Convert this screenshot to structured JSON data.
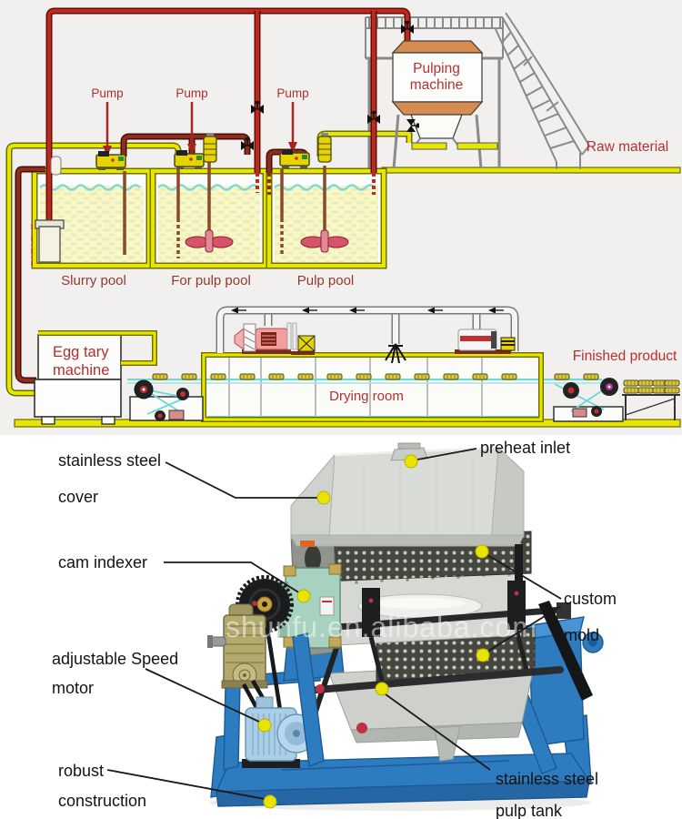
{
  "flow_diagram": {
    "pump_label": "Pump",
    "pulping_machine": {
      "line1": "Pulping",
      "line2": "machine"
    },
    "raw_material_label": "Raw material",
    "pools": {
      "slurry": "Slurry pool",
      "for_pulp": "For pulp pool",
      "pulp": "Pulp pool"
    },
    "egg_tray_machine": {
      "line1": "Egg tary",
      "line2": "machine"
    },
    "drying_room_label": "Drying room",
    "finished_product_label": "Finished product",
    "colors": {
      "label_red": "#b03030",
      "pipe_red": "#c1271b",
      "pipe_dark_red": "#8a2e1d",
      "pipe_yellow": "#e6e600",
      "pool_liquid": "#f7f7cd",
      "water_line": "#7fd8d8",
      "tank_orange": "#d88c4e",
      "background": "#f1f0ee"
    }
  },
  "machine_photo": {
    "watermark": "shunfu.en.alibaba.com",
    "marker_color": "#e8e400",
    "annotations": {
      "cover": {
        "line1": "stainless steel",
        "line2": "cover"
      },
      "preheat_inlet": {
        "line1": "preheat inlet"
      },
      "cam_indexer": {
        "line1": "cam indexer"
      },
      "custom_mold": {
        "line1": "custom",
        "line2": "mold"
      },
      "speed_motor": {
        "line1": "adjustable Speed",
        "line2": "motor"
      },
      "construction": {
        "line1": "robust",
        "line2": "construction"
      },
      "pulp_tank": {
        "line1": "stainless steel",
        "line2": "pulp tank"
      }
    },
    "colors": {
      "machine_blue": "#2e7cc0",
      "hood_gray": "#d9dbd7",
      "cam_indexer_teal": "#a6d2bf",
      "motor_blue": "#a9cfe7"
    }
  }
}
